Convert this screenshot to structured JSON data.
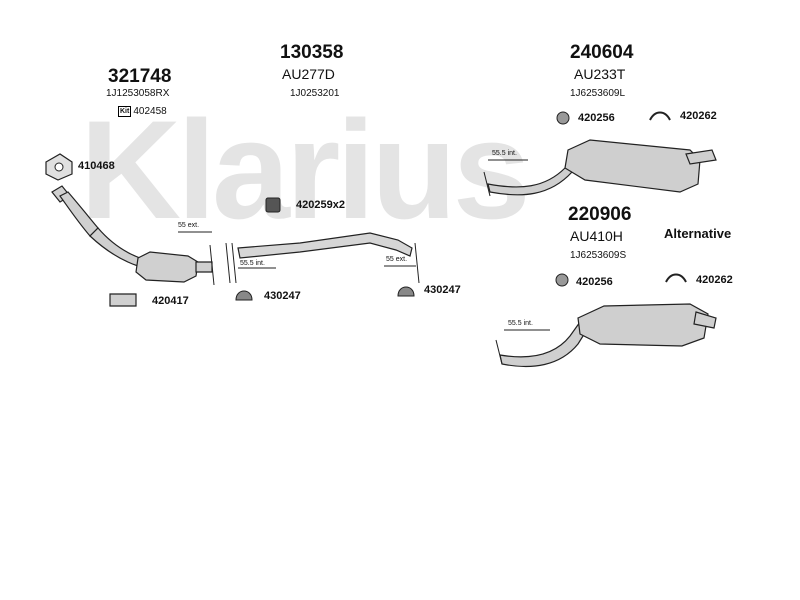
{
  "watermark": "Klarius",
  "parts": {
    "front_pipe": {
      "number": "321748",
      "code": "1J1253058RX",
      "kit_label": "Kit",
      "kit_number": "402458"
    },
    "center_pipe": {
      "number": "130358",
      "model": "AU277D",
      "code": "1J0253201"
    },
    "rear_silencer": {
      "number": "240604",
      "model": "AU233T",
      "code": "1J6253609L"
    },
    "alt_rear_silencer": {
      "number": "220906",
      "model": "AU410H",
      "code": "1J6253609S"
    }
  },
  "accessories": {
    "gasket": "410468",
    "clamp_x2": "420259x2",
    "bracket_front": "420417",
    "hanger_mid": "430247",
    "hanger_center": "430247",
    "ring_rear": "420256",
    "strap_rear": "420262",
    "ring_alt": "420256",
    "strap_alt": "420262"
  },
  "dimensions": {
    "ext_front": "55 ext.",
    "int_center": "55.5 int.",
    "ext_center": "55 ext.",
    "int_rear": "55.5 int.",
    "int_alt": "55.5 int."
  },
  "alternative_label": "Alternative",
  "colors": {
    "text": "#111111",
    "watermark": "#e4e4e4",
    "part_fill": "#c9c9c9",
    "line": "#222222"
  }
}
